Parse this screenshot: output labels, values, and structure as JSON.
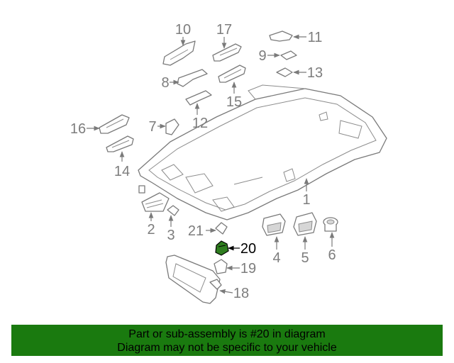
{
  "diagram": {
    "highlight_color": "#2e7d1f",
    "callouts": {
      "c1": "1",
      "c2": "2",
      "c3": "3",
      "c4": "4",
      "c5": "5",
      "c6": "6",
      "c7": "7",
      "c8": "8",
      "c9": "9",
      "c10": "10",
      "c11": "11",
      "c12": "12",
      "c13": "13",
      "c14": "14",
      "c15": "15",
      "c16": "16",
      "c17": "17",
      "c18": "18",
      "c19": "19",
      "c20": "20",
      "c21": "21"
    }
  },
  "banner": {
    "background": "#1a7a0f",
    "line1": "Part or sub-assembly is #20 in diagram",
    "line2": "Diagram may not be specific to your vehicle"
  }
}
